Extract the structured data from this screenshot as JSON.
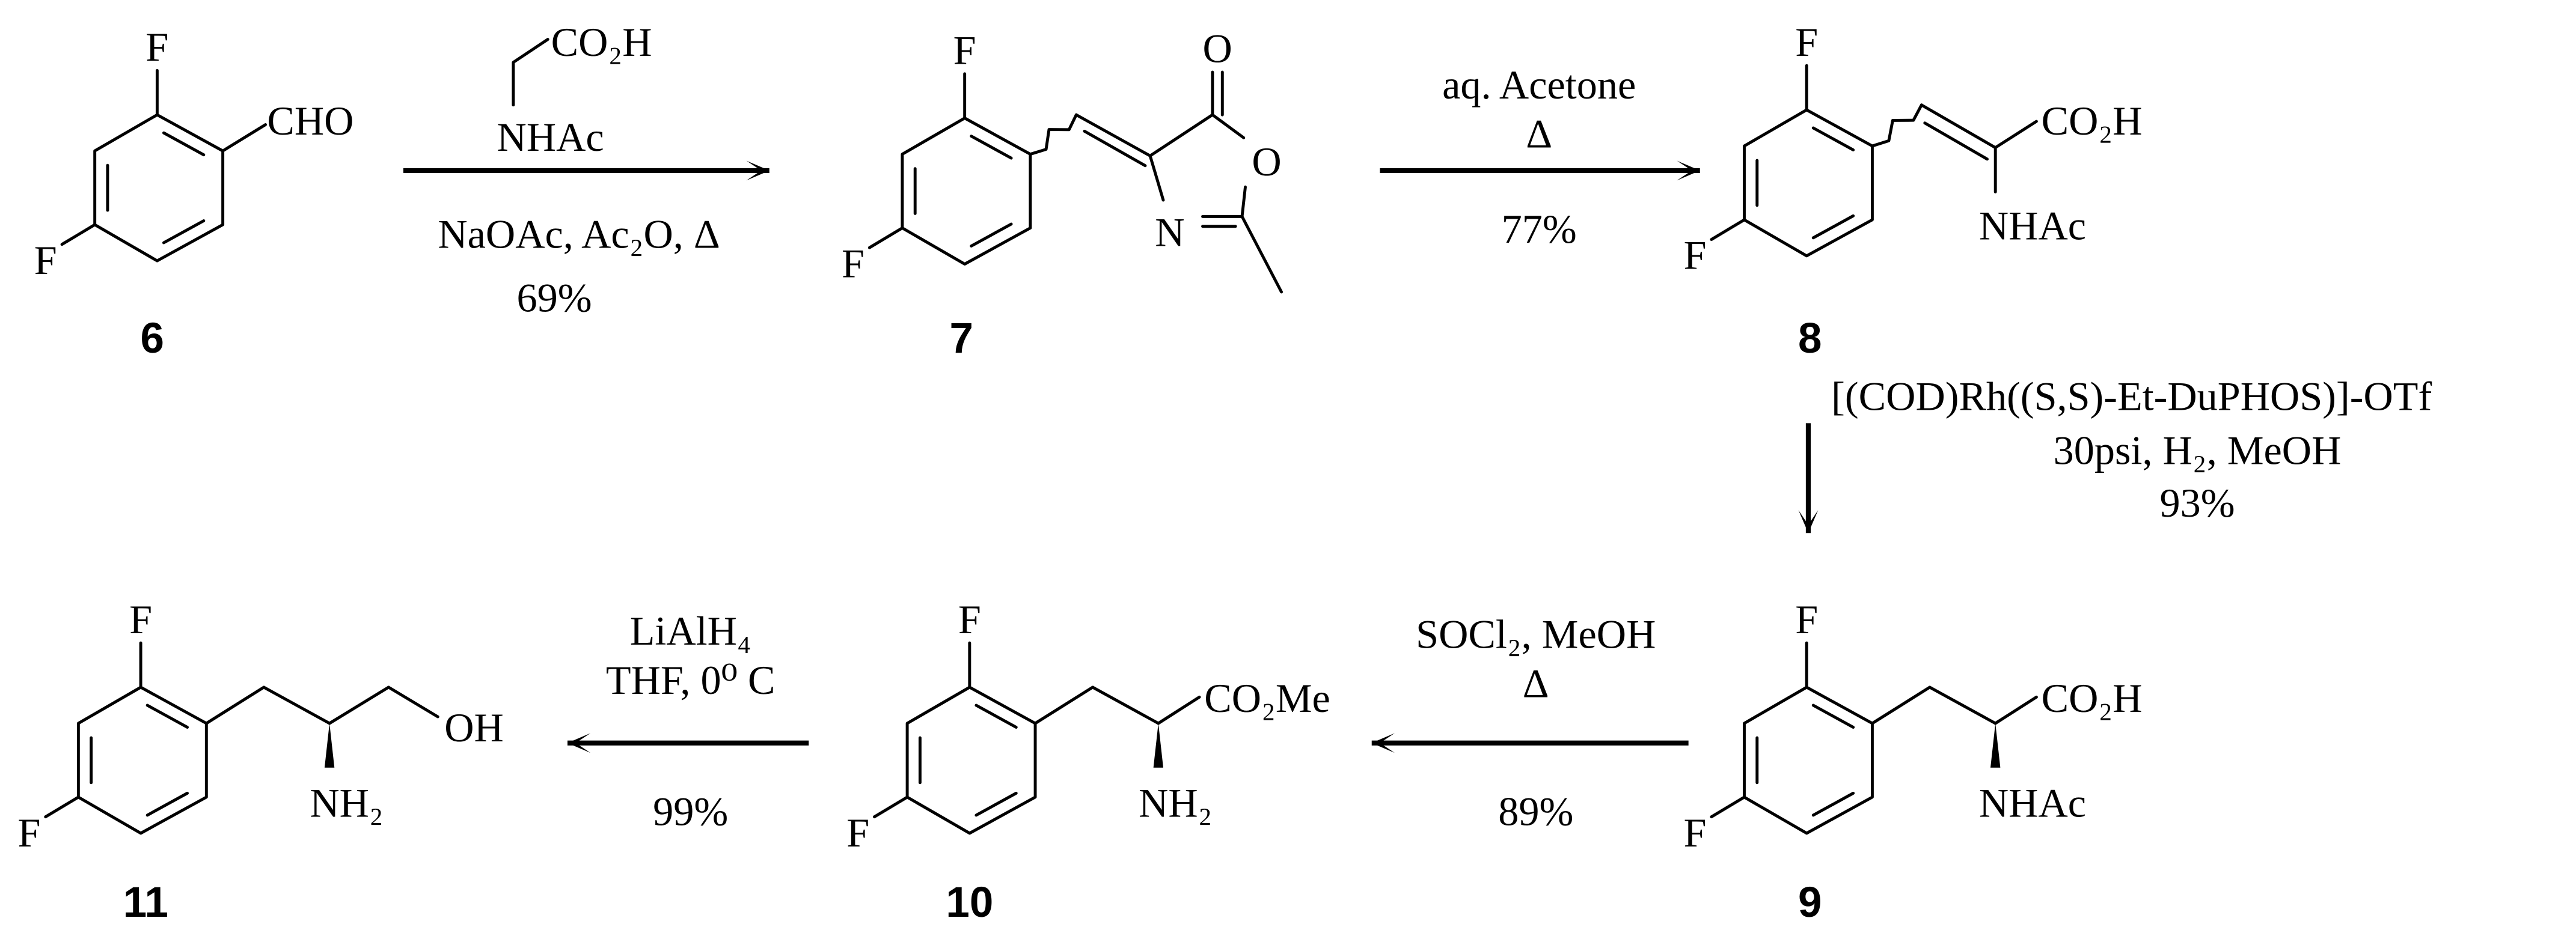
{
  "compounds": [
    {
      "id": "6",
      "label": "6",
      "substituents": [
        "F",
        "F",
        "CHO"
      ]
    },
    {
      "id": "7",
      "label": "7",
      "substituents": [
        "F",
        "F",
        "O",
        "O",
        "N"
      ]
    },
    {
      "id": "8",
      "label": "8",
      "substituents": [
        "F",
        "F",
        "CO₂H",
        "NHAc"
      ]
    },
    {
      "id": "9",
      "label": "9",
      "substituents": [
        "F",
        "F",
        "CO₂H",
        "NHAc"
      ]
    },
    {
      "id": "10",
      "label": "10",
      "substituents": [
        "F",
        "F",
        "CO₂Me",
        "NH₂"
      ]
    },
    {
      "id": "11",
      "label": "11",
      "substituents": [
        "F",
        "F",
        "OH",
        "NH₂"
      ]
    }
  ],
  "reactions": [
    {
      "from": "6",
      "to": "7",
      "reagent_structure": [
        "CO₂H",
        "NHAc"
      ],
      "conditions": [
        "NaOAc, Ac₂O, Δ"
      ],
      "yield": "69%"
    },
    {
      "from": "7",
      "to": "8",
      "conditions": [
        "aq. Acetone",
        "Δ"
      ],
      "yield": "77%"
    },
    {
      "from": "8",
      "to": "9",
      "conditions": [
        "[(COD)Rh((S,S)-Et-DuPHOS)]-OTf",
        "30psi, H₂, MeOH"
      ],
      "yield": "93%"
    },
    {
      "from": "9",
      "to": "10",
      "conditions": [
        "SOCl₂, MeOH",
        "Δ"
      ],
      "yield": "89%"
    },
    {
      "from": "10",
      "to": "11",
      "conditions": [
        "LiAlH₄",
        "THF, 0⁰ C"
      ],
      "yield": "99%"
    }
  ],
  "colors": {
    "ink": "#000000",
    "background": "#ffffff"
  }
}
